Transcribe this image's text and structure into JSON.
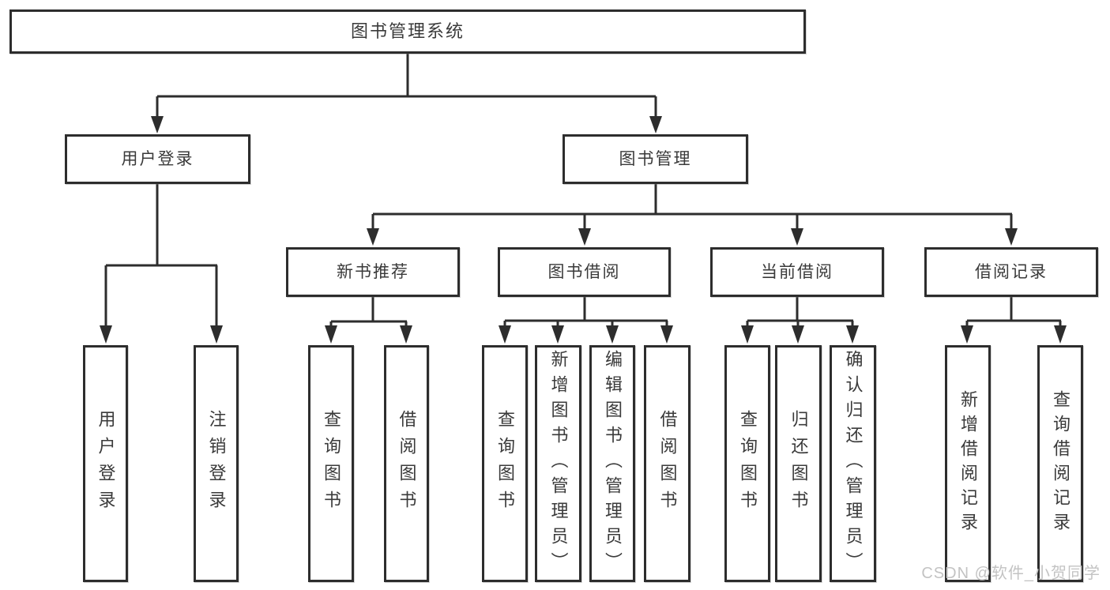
{
  "nodes": {
    "root": "图书管理系统",
    "user_login": "用户登录",
    "book_mgmt": "图书管理",
    "new_book": "新书推荐",
    "book_borrow": "图书借阅",
    "current_borrow": "当前借阅",
    "borrow_record": "借阅记录"
  },
  "leaves": {
    "user_login": [
      "用户登录",
      "注销登录"
    ],
    "new_book": [
      "查询图书",
      "借阅图书"
    ],
    "book_borrow": [
      "查询图书",
      "新增图书（管理员）",
      "编辑图书（管理员）",
      "借阅图书"
    ],
    "current_borrow": [
      "查询图书",
      "归还图书",
      "确认归还（管理员）"
    ],
    "borrow_record": [
      "新增借阅记录",
      "查询借阅记录"
    ]
  },
  "watermark": "CSDN @软件_小贺同学",
  "colors": {
    "line": "#2d2d2d",
    "text": "#3a3a3a",
    "watermark": "#c3c3c3",
    "background": "#ffffff"
  }
}
